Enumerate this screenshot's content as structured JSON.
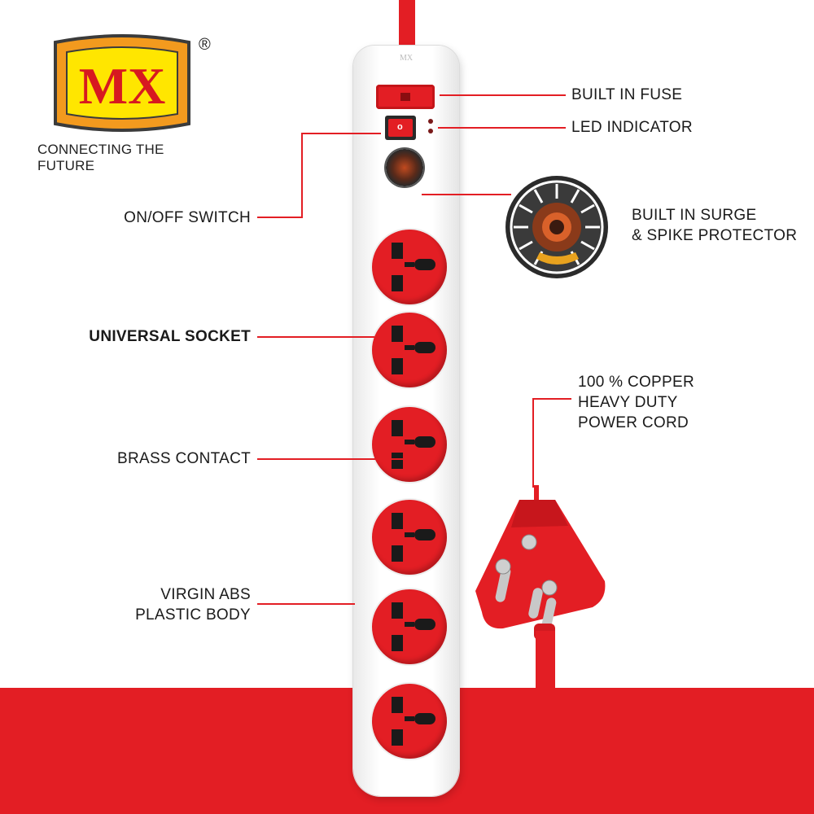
{
  "brand": {
    "logo_text": "MX",
    "registered_mark": "®",
    "tagline": "CONNECTING THE FUTURE"
  },
  "labels": {
    "built_in_fuse": "BUILT IN FUSE",
    "led_indicator": "LED INDICATOR",
    "on_off_switch": "ON/OFF SWITCH",
    "surge_line1": "BUILT IN SURGE",
    "surge_line2": "& SPIKE PROTECTOR",
    "universal_socket": "UNIVERSAL SOCKET",
    "brass_contact": "BRASS CONTACT",
    "cord_line1": "100 % COPPER",
    "cord_line2": "HEAVY DUTY",
    "cord_line3": "POWER CORD",
    "abs_line1": "VIRGIN ABS",
    "abs_line2": "PLASTIC BODY"
  },
  "strip": {
    "socket_count": 6
  },
  "colors": {
    "accent_red": "#e31e24",
    "logo_orange": "#f39a1e",
    "logo_yellow": "#ffe600",
    "logo_red": "#d71920",
    "text_dark": "#1a1a1a"
  },
  "icons": [
    "mx-logo",
    "power-strip",
    "fuse",
    "power-switch",
    "led-indicator",
    "surge-coil",
    "universal-socket",
    "three-pin-plug"
  ]
}
